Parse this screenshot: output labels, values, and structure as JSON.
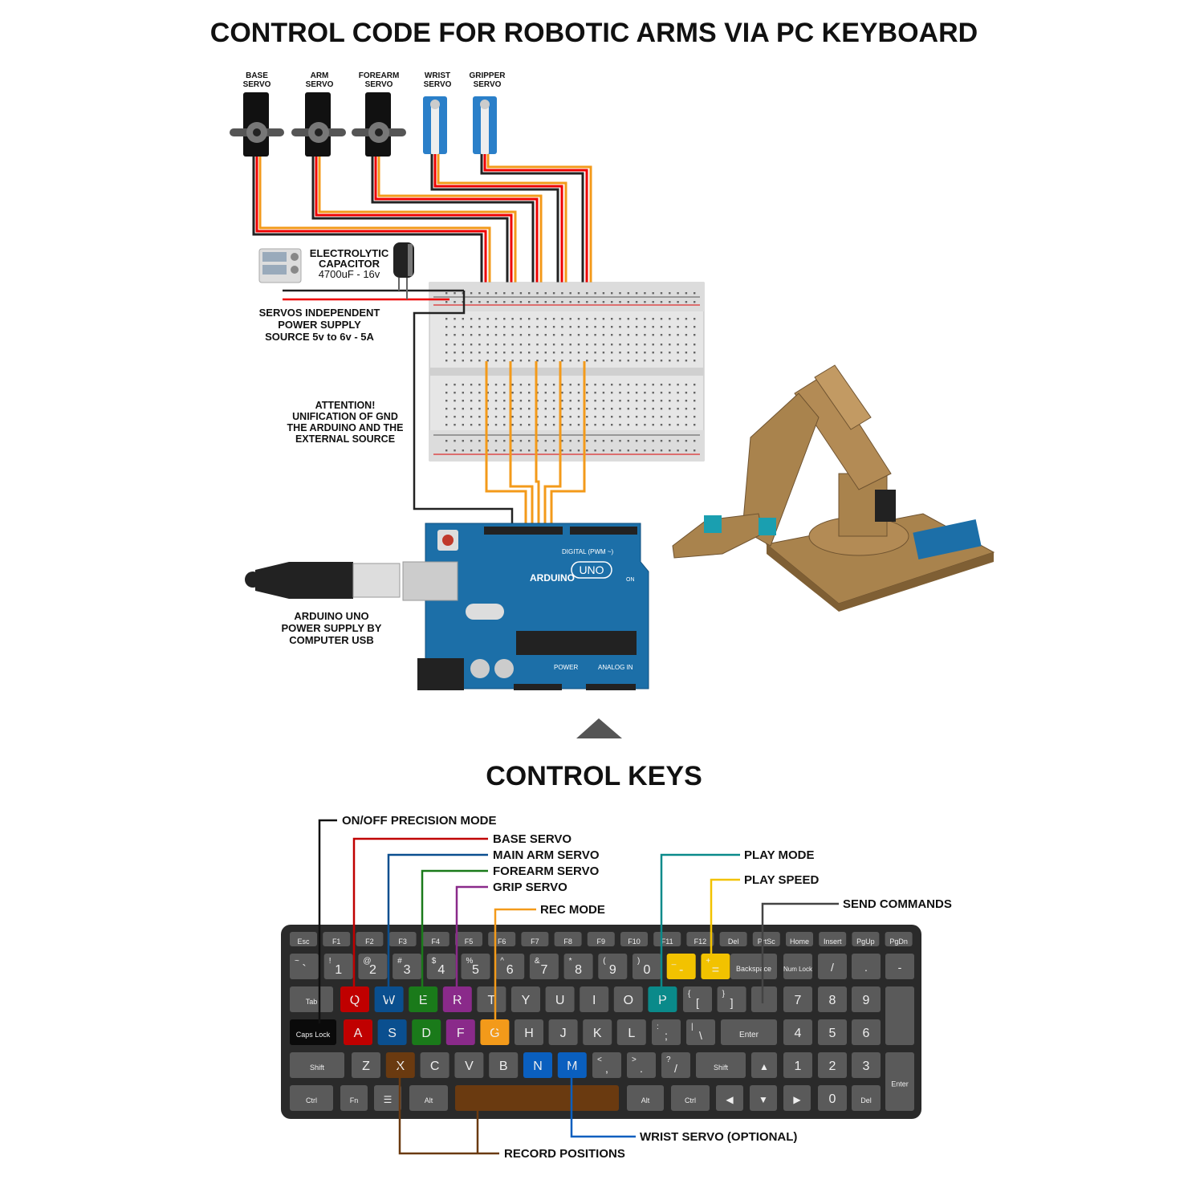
{
  "title": "CONTROL CODE FOR ROBOTIC ARMS VIA PC KEYBOARD",
  "keys_title": "CONTROL KEYS",
  "servos": [
    {
      "line1": "BASE",
      "line2": "SERVO"
    },
    {
      "line1": "ARM",
      "line2": "SERVO"
    },
    {
      "line1": "FOREARM",
      "line2": "SERVO"
    },
    {
      "line1": "WRIST",
      "line2": "SERVO"
    },
    {
      "line1": "GRIPPER",
      "line2": "SERVO"
    }
  ],
  "capacitor": {
    "line1": "ELECTROLYTIC",
    "line2": "CAPACITOR",
    "line3": "4700uF - 16v"
  },
  "power_supply": {
    "line1": "SERVOS INDEPENDENT",
    "line2": "POWER SUPPLY",
    "line3": "SOURCE 5v to 6v - 5A"
  },
  "attention": {
    "line1": "ATTENTION!",
    "line2": "UNIFICATION OF GND",
    "line3": "THE ARDUINO AND THE",
    "line4": "EXTERNAL SOURCE"
  },
  "usb_note": {
    "line1": "ARDUINO UNO",
    "line2": "POWER SUPPLY BY",
    "line3": "COMPUTER USB"
  },
  "arduino": {
    "brand": "ARDUINO",
    "model": "UNO",
    "digital": "DIGITAL (PWM ~)",
    "power": "POWER",
    "analog": "ANALOG IN",
    "on": "ON"
  },
  "callouts": {
    "precision": "ON/OFF PRECISION MODE",
    "base": "BASE SERVO",
    "main_arm": "MAIN ARM SERVO",
    "forearm": "FOREARM SERVO",
    "grip": "GRIP SERVO",
    "rec_mode": "REC MODE",
    "play_mode": "PLAY MODE",
    "play_speed": "PLAY SPEED",
    "send": "SEND COMMANDS",
    "wrist": "WRIST SERVO (OPTIONAL)",
    "record": "RECORD POSITIONS"
  },
  "colors": {
    "red": "#c00000",
    "blue": "#0a4f8f",
    "green": "#1a7a1a",
    "purple": "#8a2a8a",
    "orange": "#f39a1a",
    "teal": "#0a8a8a",
    "yellow": "#f2c200",
    "brown": "#6a3a10",
    "arduino": "#1c6fa8",
    "key": "#5a5a5a",
    "keyboard": "#2a2a2a"
  },
  "keyboard": {
    "fn_row": [
      "Esc",
      "F1",
      "F2",
      "F3",
      "F4",
      "F5",
      "F6",
      "F7",
      "F8",
      "F9",
      "F10",
      "F11",
      "F12",
      "Del",
      "PrtSc",
      "Home",
      "Insert",
      "PgUp",
      "PgDn"
    ],
    "num_row": [
      [
        "~",
        "`"
      ],
      [
        "!",
        "1"
      ],
      [
        "@",
        "2"
      ],
      [
        "#",
        "3"
      ],
      [
        "$",
        "4"
      ],
      [
        "%",
        "5"
      ],
      [
        "^",
        "6"
      ],
      [
        "&",
        "7"
      ],
      [
        "*",
        "8"
      ],
      [
        "(",
        "9"
      ],
      [
        ")",
        "0"
      ],
      [
        "_",
        "-"
      ],
      [
        "+",
        "="
      ]
    ],
    "backspace": "Backspace",
    "numlock": "Num Lock",
    "tab": "Tab",
    "q_row": [
      "Q",
      "W",
      "E",
      "R",
      "T",
      "Y",
      "U",
      "I",
      "O",
      "P"
    ],
    "brackets": [
      [
        "{",
        "["
      ],
      [
        "}",
        "]"
      ]
    ],
    "caps": "Caps Lock",
    "a_row": [
      "A",
      "S",
      "D",
      "F",
      "G",
      "H",
      "J",
      "K",
      "L"
    ],
    "semi": [
      ":",
      ";"
    ],
    "pipe": [
      "|",
      "\\"
    ],
    "enter": "Enter",
    "shift": "Shift",
    "z_row": [
      "Z",
      "X",
      "C",
      "V",
      "B",
      "N",
      "M"
    ],
    "comma": [
      "<",
      ","
    ],
    "period": [
      ">",
      "."
    ],
    "slash": [
      "?",
      "/"
    ],
    "ctrl": "Ctrl",
    "fn": "Fn",
    "alt": "Alt",
    "num_keys": {
      "slash": "/",
      "dot": ".",
      "minus": "-",
      "n7": "7",
      "n8": "8",
      "n9": "9",
      "n4": "4",
      "n5": "5",
      "n6": "6",
      "n1": "1",
      "n2": "2",
      "n3": "3",
      "n0": "0",
      "del": "Del",
      "enter": "Enter"
    }
  }
}
